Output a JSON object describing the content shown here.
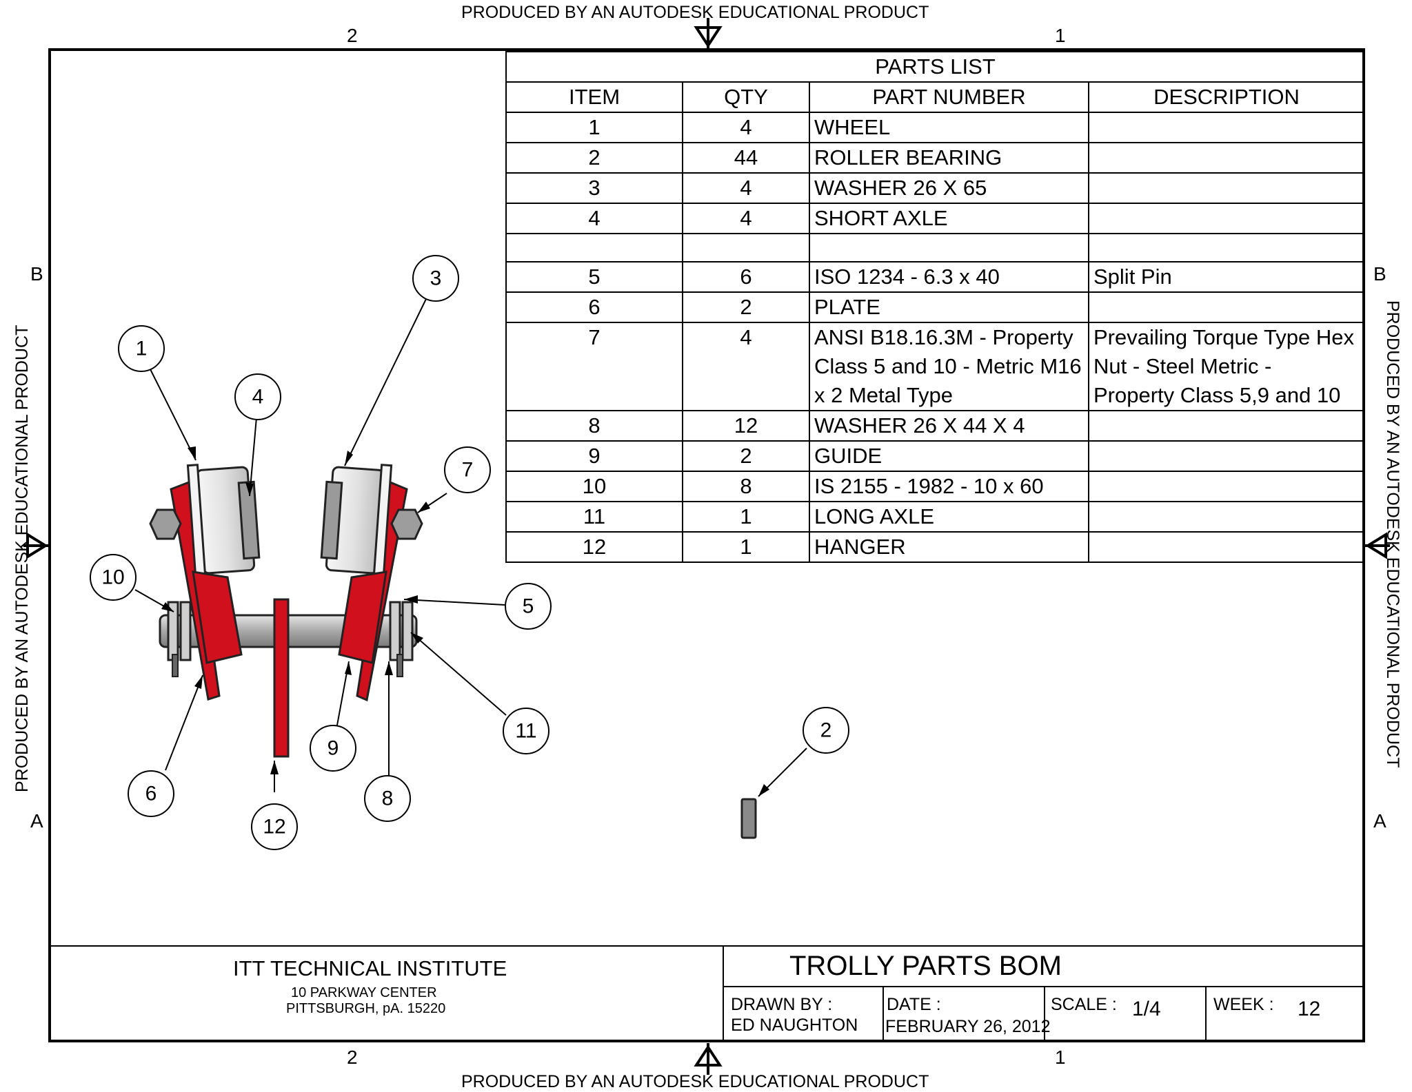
{
  "watermark": "PRODUCED BY AN AUTODESK EDUCATIONAL PRODUCT",
  "zones": {
    "col_left": "2",
    "col_right": "1",
    "row_top": "B",
    "row_bottom": "A"
  },
  "parts_list": {
    "title": "PARTS LIST",
    "headers": [
      "ITEM",
      "QTY",
      "PART NUMBER",
      "DESCRIPTION"
    ],
    "rows": [
      {
        "item": "1",
        "qty": "4",
        "part": "WHEEL",
        "desc": ""
      },
      {
        "item": "2",
        "qty": "44",
        "part": "ROLLER BEARING",
        "desc": ""
      },
      {
        "item": "3",
        "qty": "4",
        "part": "WASHER 26 X 65",
        "desc": ""
      },
      {
        "item": "4",
        "qty": "4",
        "part": "SHORT AXLE",
        "desc": ""
      },
      {
        "item": "",
        "qty": "",
        "part": "",
        "desc": ""
      },
      {
        "item": "5",
        "qty": "6",
        "part": "ISO 1234 - 6.3 x 40",
        "desc": "Split Pin"
      },
      {
        "item": "6",
        "qty": "2",
        "part": "PLATE",
        "desc": ""
      },
      {
        "item": "7",
        "qty": "4",
        "part": [
          "ANSI B18.16.3M - Property",
          "Class 5 and 10 - Metric M16",
          "x 2 Metal Type"
        ],
        "desc": [
          "Prevailing Torque Type Hex",
          "Nut - Steel Metric  -",
          "Property Class 5,9 and 10"
        ]
      },
      {
        "item": "8",
        "qty": "12",
        "part": "WASHER 26 X 44 X 4",
        "desc": ""
      },
      {
        "item": "9",
        "qty": "2",
        "part": "GUIDE",
        "desc": ""
      },
      {
        "item": "10",
        "qty": "8",
        "part": "IS 2155 - 1982 - 10 x 60",
        "desc": ""
      },
      {
        "item": "11",
        "qty": "1",
        "part": "LONG AXLE",
        "desc": ""
      },
      {
        "item": "12",
        "qty": "1",
        "part": "HANGER",
        "desc": ""
      }
    ]
  },
  "balloons": [
    "1",
    "2",
    "3",
    "4",
    "5",
    "6",
    "7",
    "8",
    "9",
    "10",
    "11",
    "12"
  ],
  "title_block": {
    "institute": "ITT TECHNICAL INSTITUTE",
    "address1": "10 PARKWAY CENTER",
    "address2": "PITTSBURGH, pA. 15220",
    "title": "TROLLY PARTS BOM",
    "drawn_by_label": "DRAWN BY :",
    "drawn_by": "ED NAUGHTON",
    "date_label": "DATE :",
    "date": "FEBRUARY 26, 2012",
    "scale_label": "SCALE :",
    "scale": "1/4",
    "week_label": "WEEK :",
    "week": "12"
  },
  "colors": {
    "part_red": "#d0101c",
    "steel": "#b8b8b8",
    "wheel": "#ececec"
  }
}
